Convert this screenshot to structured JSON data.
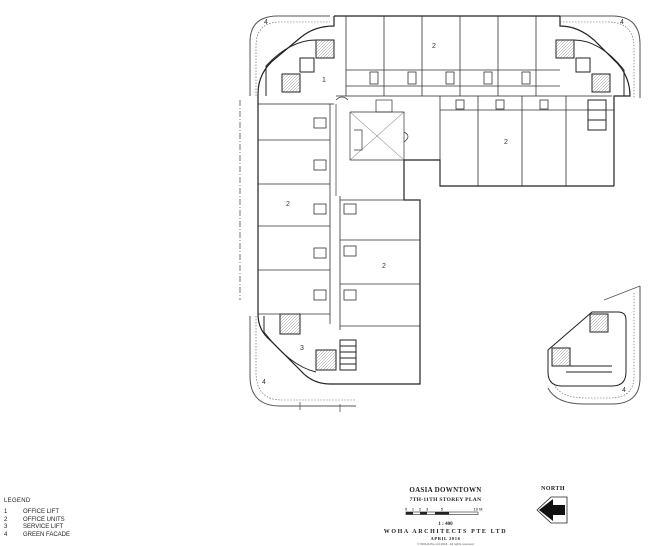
{
  "zone_labels": {
    "office_lift_top": "1",
    "office_units_top_mid": "2",
    "office_units_top_right": "2",
    "office_units_left": "2",
    "office_units_center": "2",
    "service_lift": "3",
    "facade_tl": "4",
    "facade_tr": "4",
    "facade_bl": "4",
    "facade_br": "4"
  },
  "legend": {
    "heading": "LEGEND",
    "items": [
      {
        "num": "1",
        "label": "OFFICE LIFT"
      },
      {
        "num": "2",
        "label": "OFFICE UNITS"
      },
      {
        "num": "3",
        "label": "SERVICE LIFT"
      },
      {
        "num": "4",
        "label": "GREEN FACADE"
      }
    ]
  },
  "title_block": {
    "project": "OASIA DOWNTOWN",
    "drawing": "7TH-11TH STOREY PLAN",
    "scale_ticks": [
      "0",
      "1",
      "2",
      "3",
      "5",
      "10 M"
    ],
    "scale": "1 : 400",
    "firm": "WOHA ARCHITECTS PTE LTD",
    "date": "APRIL 2016",
    "copyright": "© WOHA Pte Ltd 2016 · All rights reserved"
  },
  "north_label": "NORTH"
}
